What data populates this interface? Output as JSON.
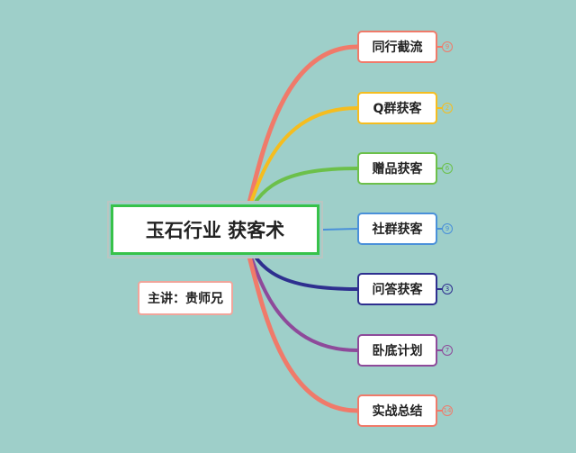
{
  "root": {
    "title": "玉石行业 获客术",
    "color": "#37c24a"
  },
  "speaker": {
    "label": "主讲：贵师兄"
  },
  "branches": [
    {
      "label": "同行截流",
      "count": "9",
      "color": "#f07a6a"
    },
    {
      "label": "Q群获客",
      "count": "2",
      "color": "#f5bd1f"
    },
    {
      "label": "赠品获客",
      "count": "6",
      "color": "#6cc04a"
    },
    {
      "label": "社群获客",
      "count": "9",
      "color": "#4a90d9"
    },
    {
      "label": "问答获客",
      "count": "3",
      "color": "#2e2f8f"
    },
    {
      "label": "卧底计划",
      "count": "7",
      "color": "#8e4a9a"
    },
    {
      "label": "实战总结",
      "count": "14",
      "color": "#f07a6a"
    }
  ]
}
